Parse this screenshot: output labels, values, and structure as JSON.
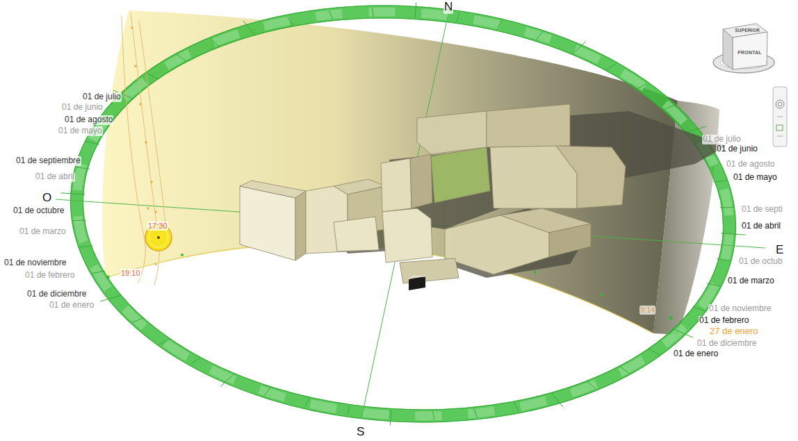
{
  "diagram": {
    "nodes": [
      {
        "text": [
          "SUPERIOR"
        ]
      },
      {
        "text": [
          "FRONTAL"
        ]
      }
    ],
    "labels": [
      "N",
      "01 de julio",
      "01 de junio",
      "01 de agosto",
      "01 de mayo",
      "01 de septiembre",
      "01 de abril",
      "O",
      "01 de octubre",
      "01 de marzo",
      "17:30",
      "01 de noviembre",
      "01 de febrero",
      "19:10",
      "01 de diciembre",
      "01 de enero",
      "01 de julio",
      "01 de junio",
      "01 de agosto",
      "01 de mayo",
      "01 de septi",
      "01 de abril",
      "E",
      "01 de octub",
      "01 de marzo",
      "01 de noviembre",
      "9:14",
      "01 de febrero",
      "27 de enero",
      "01 de diciembre",
      "01 de enero",
      "S"
    ]
  }
}
